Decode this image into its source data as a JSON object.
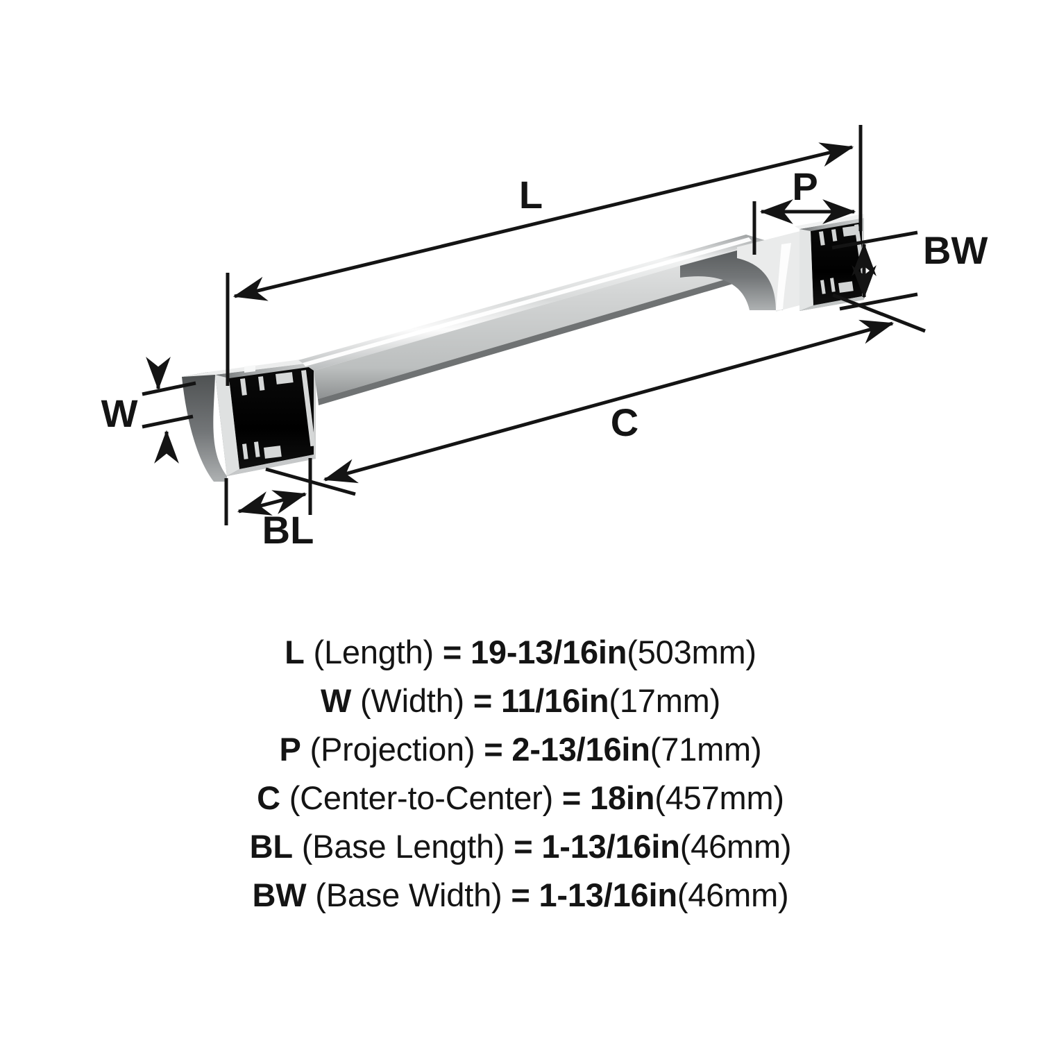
{
  "diagram": {
    "title": "Cabinet pull dimensioned technical illustration",
    "product": "chrome-cabinet-pull-handle",
    "finish_color": "#c9cbcb",
    "line_color": "#141414",
    "background_color": "#ffffff",
    "dimension_labels": [
      {
        "key": "L",
        "label": "L",
        "name": "length"
      },
      {
        "key": "W",
        "label": "W",
        "name": "width"
      },
      {
        "key": "P",
        "label": "P",
        "name": "projection"
      },
      {
        "key": "C",
        "label": "C",
        "name": "center-to-center"
      },
      {
        "key": "BL",
        "label": "BL",
        "name": "base-length"
      },
      {
        "key": "BW",
        "label": "BW",
        "name": "base-width"
      }
    ]
  },
  "specs": [
    {
      "code": "L",
      "name": " (Length) ",
      "eq": "= ",
      "value": "19-13/16in",
      "metric": "(503mm)"
    },
    {
      "code": "W",
      "name": " (Width) ",
      "eq": "= ",
      "value": "11/16in",
      "metric": "(17mm)"
    },
    {
      "code": "P",
      "name": " (Projection) ",
      "eq": "= ",
      "value": "2-13/16in",
      "metric": "(71mm)"
    },
    {
      "code": "C",
      "name": " (Center-to-Center) ",
      "eq": "= ",
      "value": "18in",
      "metric": "(457mm)"
    },
    {
      "code": "BL",
      "name": " (Base Length) ",
      "eq": "= ",
      "value": "1-13/16in",
      "metric": "(46mm)"
    },
    {
      "code": "BW",
      "name": " (Base Width) ",
      "eq": "= ",
      "value": "1-13/16in",
      "metric": "(46mm)"
    }
  ]
}
